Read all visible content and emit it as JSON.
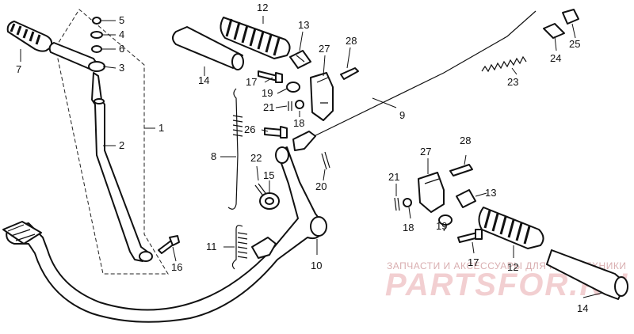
{
  "callouts": {
    "c1": "1",
    "c2": "2",
    "c3": "3",
    "c4": "4",
    "c5": "5",
    "c6": "6",
    "c7": "7",
    "c8": "8",
    "c9": "9",
    "c10": "10",
    "c11": "11",
    "c12a": "12",
    "c12b": "12",
    "c13a": "13",
    "c13b": "13",
    "c14a": "14",
    "c14b": "14",
    "c15": "15",
    "c16": "16",
    "c17a": "17",
    "c17b": "17",
    "c18a": "18",
    "c18b": "18",
    "c19a": "19",
    "c19b": "19",
    "c20": "20",
    "c21a": "21",
    "c21b": "21",
    "c22": "22",
    "c23": "23",
    "c24": "24",
    "c25": "25",
    "c26": "26",
    "c27a": "27",
    "c27b": "27",
    "c28a": "28",
    "c28b": "28"
  },
  "watermark": {
    "caption": "ЗАПЧАСТИ И АКСЕССУАРЫ ДЛЯ МОТОТЕХНИКИ",
    "brand": "PARTSFOR.RU"
  },
  "colors": {
    "ink": "#111111",
    "paper": "#ffffff",
    "watermark": "#f2cfd1"
  }
}
